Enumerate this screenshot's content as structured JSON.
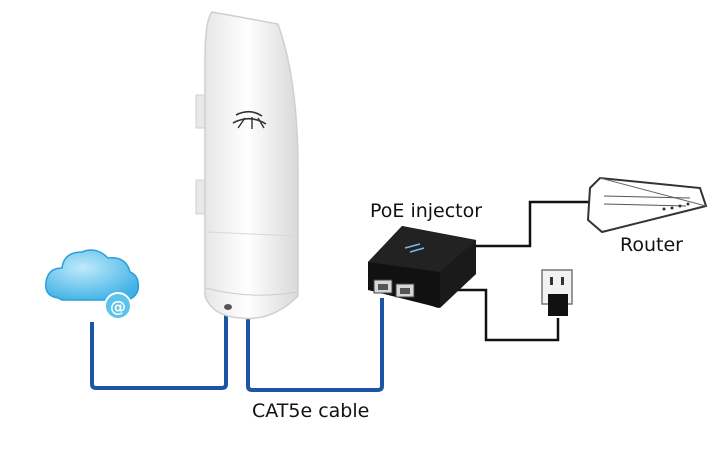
{
  "labels": {
    "poe_injector": "PoE injector",
    "router": "Router",
    "cable": "CAT5e cable",
    "internet_symbol": "@"
  },
  "devices": {
    "access_point": "outdoor wireless access point",
    "poe_injector": "PoE injector with two ethernet ports",
    "router": "router",
    "power": "wall power outlet with plug",
    "internet": "internet cloud"
  },
  "colors": {
    "cable_blue": "#1c55a4",
    "wire_black": "#111111",
    "cloud_blue": "#5cc4ec",
    "device_white": "#f4f4f4"
  }
}
